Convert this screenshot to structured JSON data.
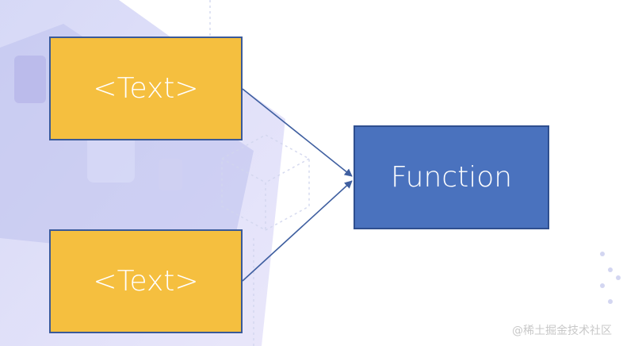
{
  "diagram": {
    "inputs": [
      {
        "label": "<Text>"
      },
      {
        "label": "<Text>"
      }
    ],
    "function": {
      "label": "Function"
    }
  },
  "watermark": {
    "text": "@稀土掘金技术社区"
  },
  "colors": {
    "input_fill": "#f5bf3f",
    "input_border": "#3a5a99",
    "function_fill": "#4a72be",
    "arrow": "#3f5fa0",
    "label_text": "#ffffff"
  }
}
